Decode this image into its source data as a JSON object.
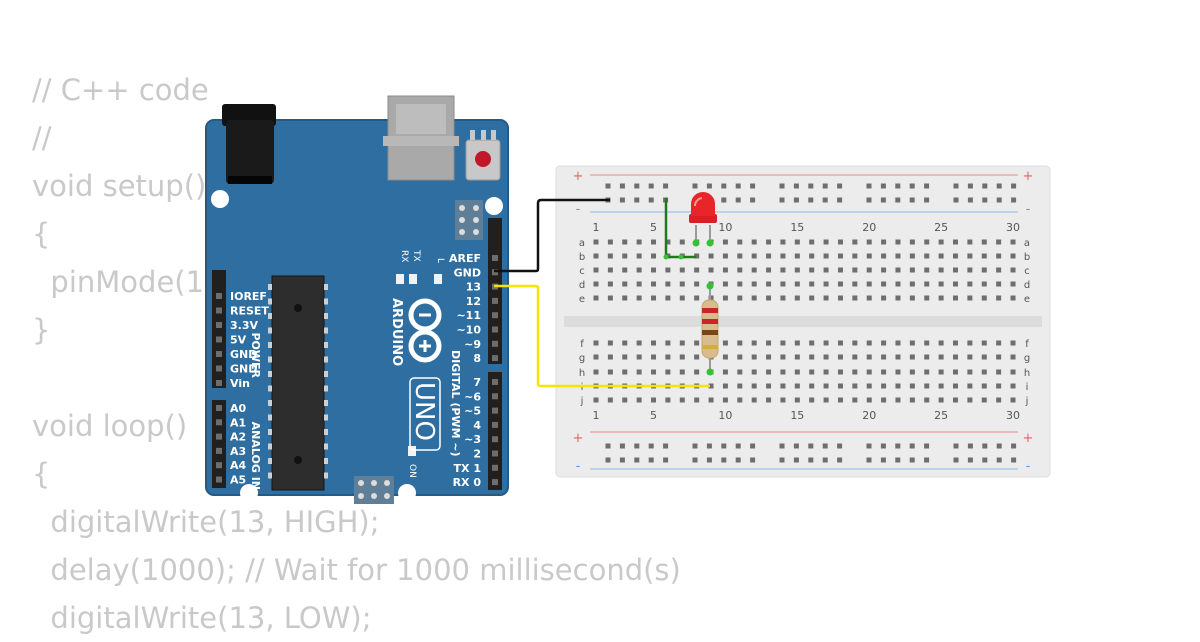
{
  "code_lines": [
    "// C++ code",
    "//",
    "void setup()",
    "{",
    "  pinMode(1",
    "}",
    "",
    "void loop()",
    "{",
    "  digitalWrite(13, HIGH);",
    "  delay(1000); // Wait for 1000 millisecond(s)",
    "  digitalWrite(13, LOW);"
  ],
  "arduino": {
    "brand": "ARDUINO",
    "model": "UNO",
    "on_label": "ON",
    "led_labels": [
      "TX",
      "RX",
      "L"
    ],
    "power_header_title": "POWER",
    "power_pins": [
      "IOREF",
      "RESET",
      "3.3V",
      "5V",
      "GND",
      "GND",
      "Vin"
    ],
    "analog_header_title": "ANALOG IN",
    "analog_pins": [
      "A0",
      "A1",
      "A2",
      "A3",
      "A4",
      "A5"
    ],
    "digital_top_pins": [
      "AREF",
      "GND",
      "13",
      "12",
      "~11",
      "~10",
      "~9",
      "8"
    ],
    "digital_bottom_pins": [
      "7",
      "~6",
      "~5",
      "4",
      "~3",
      "2",
      "TX  1",
      "RX  0"
    ],
    "digital_header_title": "DIGITAL (PWM ~)",
    "board_color": "#2f6ea1"
  },
  "breadboard": {
    "column_labels": [
      "1",
      "5",
      "10",
      "15",
      "20",
      "25",
      "30"
    ],
    "rows_top": [
      "a",
      "b",
      "c",
      "d",
      "e"
    ],
    "rows_bottom": [
      "f",
      "g",
      "h",
      "i",
      "j"
    ],
    "rail_plus": "+",
    "rail_minus": "-",
    "rail_red": "#e88a8a",
    "rail_blue": "#8ab8e8"
  },
  "wire_colors": {
    "gnd_wire": "#111111",
    "signal_wire": "#f2e600",
    "jumper": "#1e7a1e"
  },
  "led_color": "#e8262a"
}
